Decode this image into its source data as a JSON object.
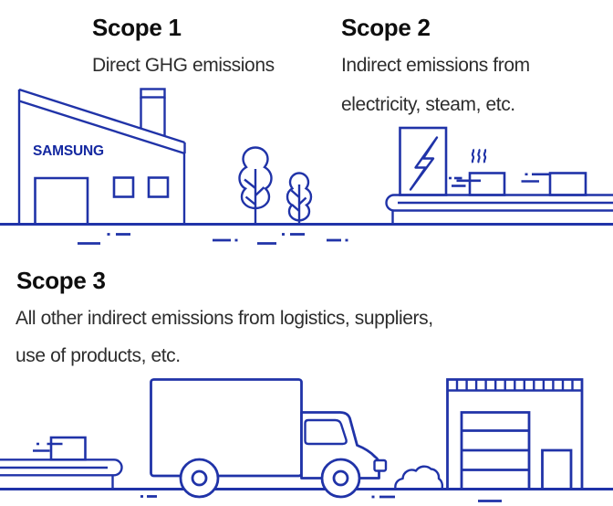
{
  "colors": {
    "line_blue": "#2033a8",
    "samsung_blue": "#1428a0",
    "heading": "#0e0e0e",
    "body_text": "#2d2d2d",
    "background": "#ffffff"
  },
  "sections": {
    "scope1": {
      "heading": "Scope 1",
      "lines": [
        "Direct GHG emissions"
      ]
    },
    "scope2": {
      "heading": "Scope 2",
      "lines": [
        "Indirect emissions from",
        "electricity, steam, etc."
      ]
    },
    "scope3": {
      "heading": "Scope 3",
      "lines": [
        "All other indirect emissions from logistics, suppliers,",
        "use of products, etc."
      ]
    }
  },
  "factory": {
    "logo": "SAMSUNG"
  },
  "illustrations": {
    "scope1": "factory-with-trees",
    "scope2": "electricity-panel-conveyor-with-boxes-and-steam",
    "scope3": "conveyor-box-truck-warehouse"
  }
}
